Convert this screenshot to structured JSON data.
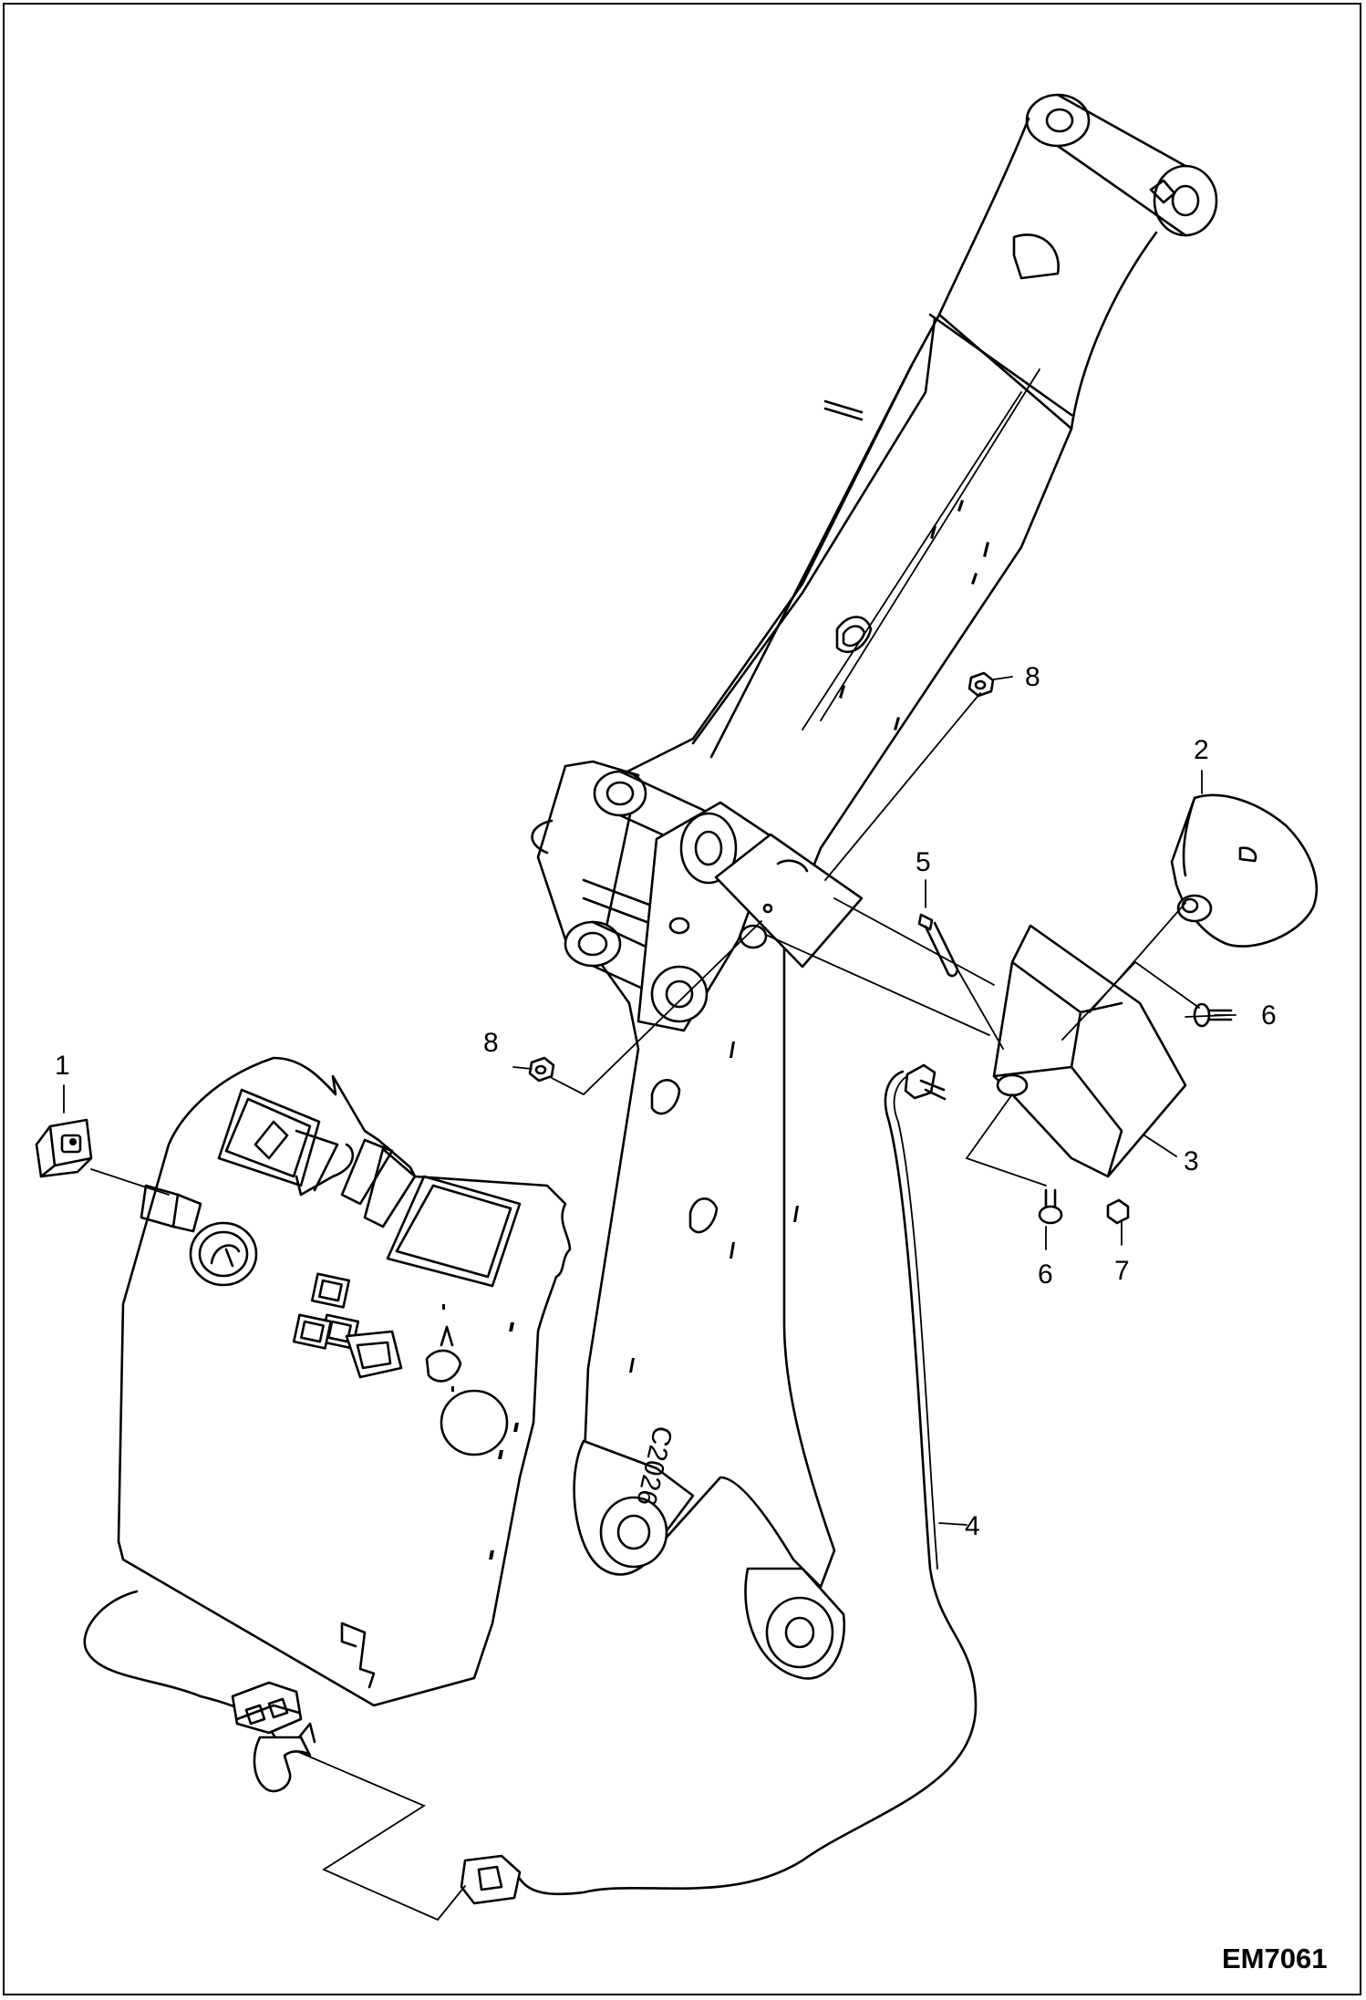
{
  "figure_id": "EM7061",
  "callouts": {
    "c1": "1",
    "c2": "2",
    "c3": "3",
    "c4": "4",
    "c5": "5",
    "c6a": "6",
    "c6b": "6",
    "c7": "7",
    "c8a": "8",
    "c8b": "8"
  },
  "boom_stamp": "C2026"
}
